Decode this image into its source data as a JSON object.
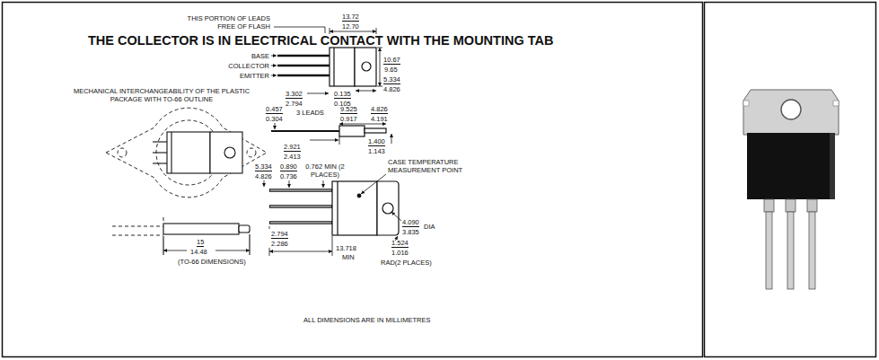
{
  "diagram": {
    "title": "THE COLLECTOR IS IN ELECTRICAL CONTACT WITH THE MOUNTING TAB",
    "labels": [
      "MECHANICAL INTERCHANGEABILITY OF THE PLASTIC PACKAGE WITH TO-66 OUTLINE",
      "15",
      "14.48",
      "(TO-66 DIMENSIONS)",
      "THIS PORTION OF LEADS FREE OF FLASH",
      "BASE",
      "COLLECTOR",
      "EMITTER",
      "13.72",
      "12.70",
      "10.67",
      "9.65",
      "5.334",
      "4.826",
      "0.135",
      "0.105",
      "3.302",
      "2.794",
      "0.457",
      "0.304",
      "3 LEADS",
      "9.525",
      "0.917",
      "4.826",
      "4.191",
      "2.921",
      "2.413",
      "1.400",
      "1.143",
      "5.334",
      "4.826",
      "0.890",
      "0.736",
      "0.762 MIN (2 PLACES)",
      "CASE TEMPERATURE MEASUREMENT POINT",
      "4.090",
      "3.835",
      "DIA",
      "1.524",
      "1.016",
      "RAD(2 PLACES)",
      "2.794",
      "2.286",
      "13.718",
      "MIN",
      "ALL DIMENSIONS ARE IN MILLIMETRES"
    ]
  }
}
